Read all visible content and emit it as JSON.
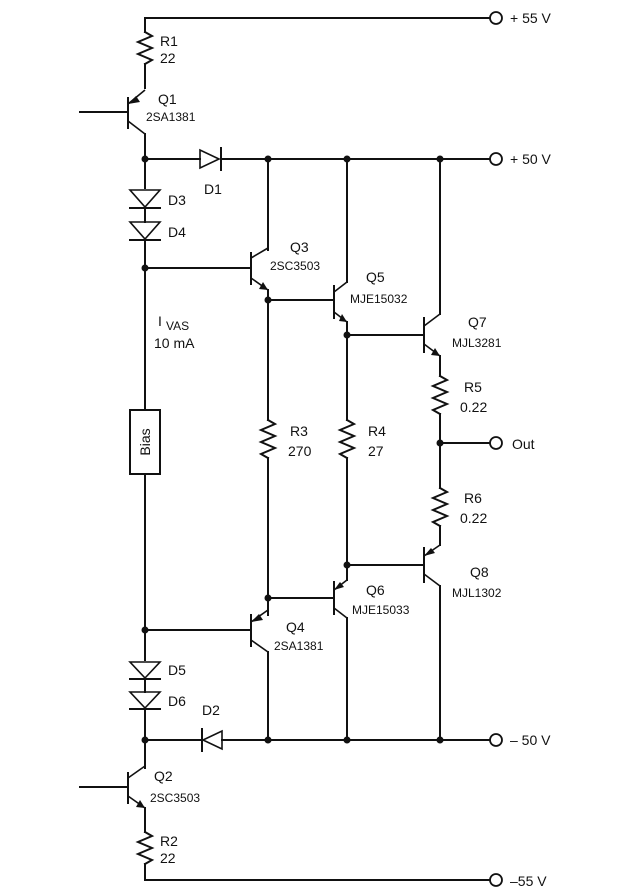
{
  "rails": {
    "p55": "+ 55 V",
    "p50": "+ 50 V",
    "out": "Out",
    "m50": "– 50 V",
    "m55": "–55 V"
  },
  "components": {
    "r1": {
      "ref": "R1",
      "value": "22"
    },
    "q1": {
      "ref": "Q1",
      "part": "2SA1381"
    },
    "d1": {
      "ref": "D1"
    },
    "d3": {
      "ref": "D3"
    },
    "d4": {
      "ref": "D4"
    },
    "q3": {
      "ref": "Q3",
      "part": "2SC3503"
    },
    "q5": {
      "ref": "Q5",
      "part": "MJE15032"
    },
    "q7": {
      "ref": "Q7",
      "part": "MJL3281"
    },
    "ivas": {
      "label": "I",
      "sub": "VAS",
      "value": "10 mA"
    },
    "bias": {
      "label": "Bias"
    },
    "r3": {
      "ref": "R3",
      "value": "270"
    },
    "r4": {
      "ref": "R4",
      "value": "27"
    },
    "r5": {
      "ref": "R5",
      "value": "0.22"
    },
    "r6": {
      "ref": "R6",
      "value": "0.22"
    },
    "q8": {
      "ref": "Q8",
      "part": "MJL1302"
    },
    "q6": {
      "ref": "Q6",
      "part": "MJE15033"
    },
    "q4": {
      "ref": "Q4",
      "part": "2SA1381"
    },
    "d5": {
      "ref": "D5"
    },
    "d6": {
      "ref": "D6"
    },
    "d2": {
      "ref": "D2"
    },
    "q2": {
      "ref": "Q2",
      "part": "2SC3503"
    },
    "r2": {
      "ref": "R2",
      "value": "22"
    }
  }
}
